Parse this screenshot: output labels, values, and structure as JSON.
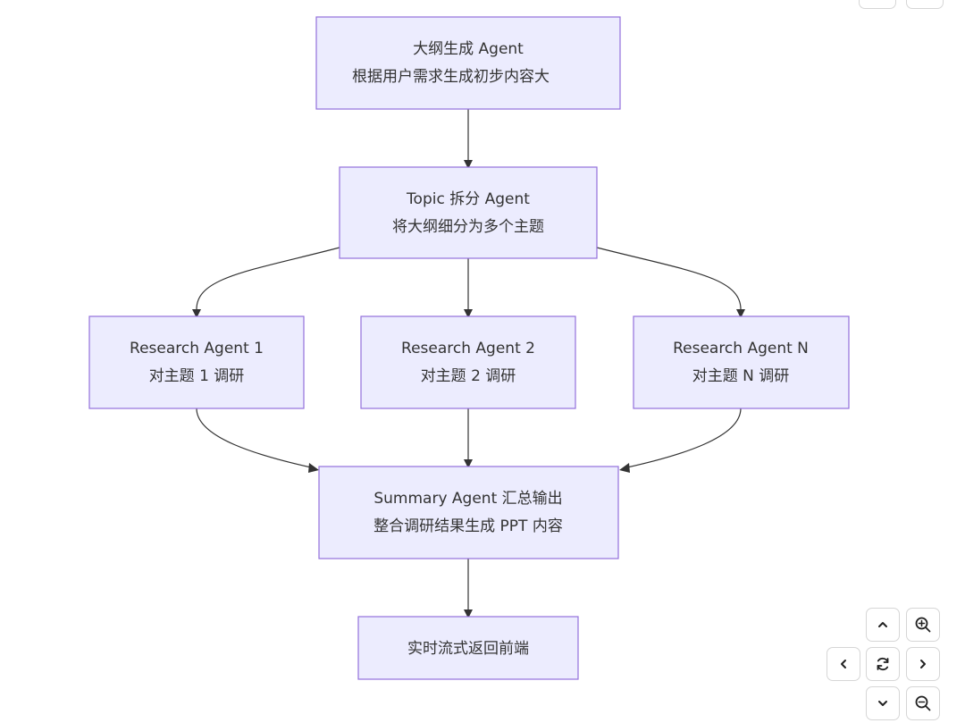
{
  "nodes": {
    "outline": {
      "line1": "大纲生成 Agent",
      "line2": "根据用户需求生成初步内容大"
    },
    "topic": {
      "line1": "Topic 拆分 Agent",
      "line2": "将大纲细分为多个主题"
    },
    "research1": {
      "line1": "Research Agent 1",
      "line2": "对主题 1 调研"
    },
    "research2": {
      "line1": "Research Agent 2",
      "line2": "对主题 2 调研"
    },
    "researchN": {
      "line1": "Research Agent N",
      "line2": "对主题 N 调研"
    },
    "summary": {
      "line1": "Summary Agent 汇总输出",
      "line2": "整合调研结果生成 PPT 内容"
    },
    "frontend": {
      "line1": "实时流式返回前端"
    }
  },
  "controls": {
    "icons": [
      "chevron-up-icon",
      "zoom-in-icon",
      "chevron-left-icon",
      "reset-icon",
      "chevron-right-icon",
      "chevron-down-icon",
      "zoom-out-icon"
    ]
  },
  "colors": {
    "node_fill": "#ececfe",
    "node_stroke": "#9370db",
    "edge": "#333333"
  }
}
